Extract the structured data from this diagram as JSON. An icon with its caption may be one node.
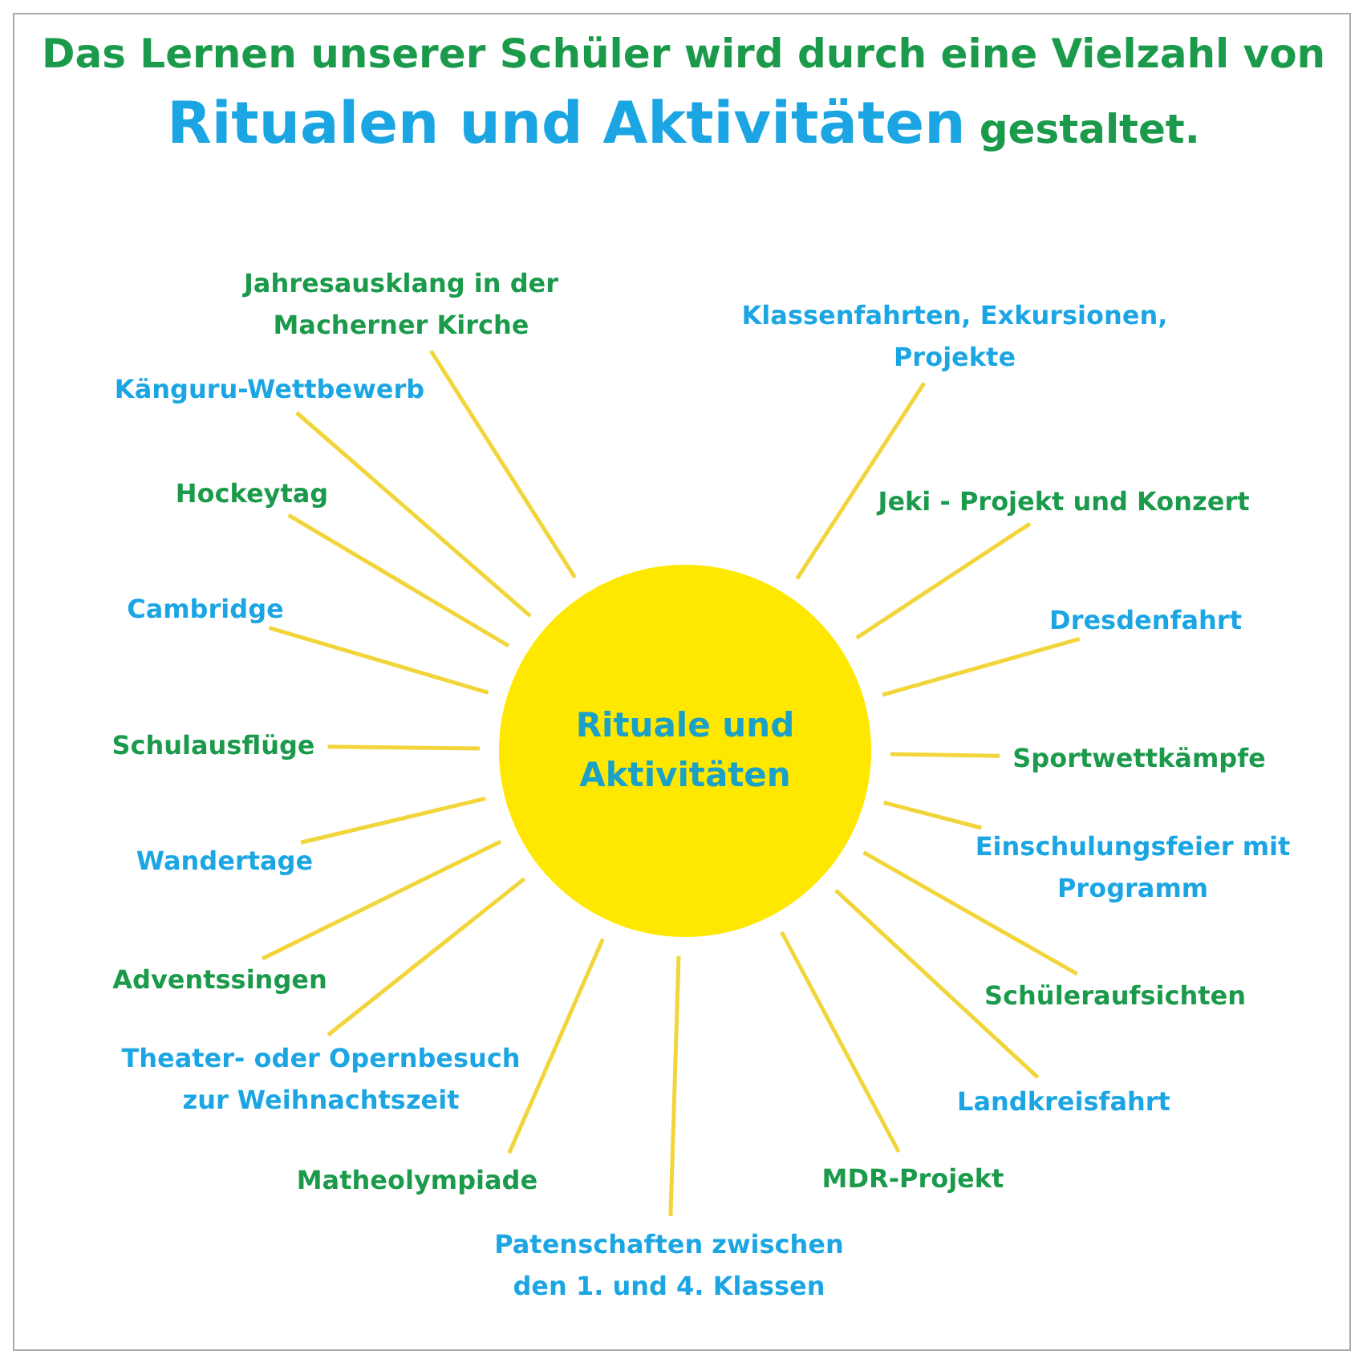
{
  "diagram": {
    "title": "Das Lernen unserer Schüler wird durch eine Vielzahl von **Ritualen und Aktivitäten** gestaltet.",
    "nodes": [
      {
        "text": [
          "Rituale und Aktivitäten"
        ]
      },
      {
        "text": [
          "Jahresausklang in der Macherner Kirche"
        ]
      },
      {
        "text": [
          "Klassenfahrten, Exkursionen, Projekte"
        ]
      },
      {
        "text": [
          "Känguru-Wettbewerb"
        ]
      },
      {
        "text": [
          "Hockeytag"
        ]
      },
      {
        "text": [
          "Jeki - Projekt und Konzert"
        ]
      },
      {
        "text": [
          "Cambridge"
        ]
      },
      {
        "text": [
          "Dresdenfahrt"
        ]
      },
      {
        "text": [
          "Schulausflüge"
        ]
      },
      {
        "text": [
          "Sportwettkämpfe"
        ]
      },
      {
        "text": [
          "Wandertage"
        ]
      },
      {
        "text": [
          "Einschulungsfeier mit Programm"
        ]
      },
      {
        "text": [
          "Adventssingen"
        ]
      },
      {
        "text": [
          "Schüleraufsichten"
        ]
      },
      {
        "text": [
          "Theater- oder Opernbesuch zur Weihnachtszeit"
        ]
      },
      {
        "text": [
          "Landkreisfahrt"
        ]
      },
      {
        "text": [
          "Matheolympiade"
        ]
      },
      {
        "text": [
          "MDR-Projekt"
        ]
      },
      {
        "text": [
          "Patenschaften zwischen den 1. und 4. Klassen"
        ]
      }
    ],
    "edges": [
      {
        "from": 0,
        "to": 1,
        "arrow": "none"
      },
      {
        "from": 0,
        "to": 2,
        "arrow": "none"
      },
      {
        "from": 0,
        "to": 3,
        "arrow": "none"
      },
      {
        "from": 0,
        "to": 4,
        "arrow": "none"
      },
      {
        "from": 0,
        "to": 5,
        "arrow": "none"
      },
      {
        "from": 0,
        "to": 6,
        "arrow": "none"
      },
      {
        "from": 0,
        "to": 7,
        "arrow": "none"
      },
      {
        "from": 0,
        "to": 8,
        "arrow": "none"
      },
      {
        "from": 0,
        "to": 9,
        "arrow": "none"
      },
      {
        "from": 0,
        "to": 10,
        "arrow": "none"
      },
      {
        "from": 0,
        "to": 11,
        "arrow": "none"
      },
      {
        "from": 0,
        "to": 12,
        "arrow": "none"
      },
      {
        "from": 0,
        "to": 13,
        "arrow": "none"
      },
      {
        "from": 0,
        "to": 14,
        "arrow": "none"
      },
      {
        "from": 0,
        "to": 15,
        "arrow": "none"
      },
      {
        "from": 0,
        "to": 16,
        "arrow": "none"
      },
      {
        "from": 0,
        "to": 17,
        "arrow": "none"
      },
      {
        "from": 0,
        "to": 18,
        "arrow": "none"
      }
    ]
  }
}
